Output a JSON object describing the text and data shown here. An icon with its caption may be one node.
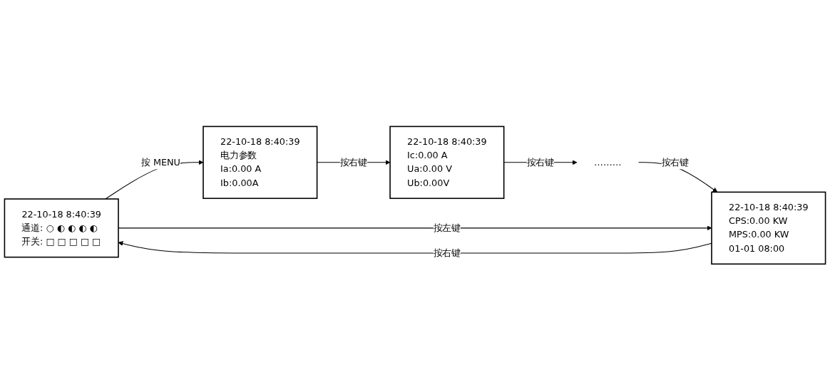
{
  "diagram": {
    "nodes": [
      {
        "text": [
          "22-10-18 8:40:39",
          "通道: ○ ◐ ◐ ◐ ◐",
          "开关: □ □ □ □ □"
        ]
      },
      {
        "text": [
          "22-10-18 8:40:39",
          "电力参数",
          "Ia:0.00 A",
          "Ib:0.00A"
        ]
      },
      {
        "text": [
          "22-10-18 8:40:39",
          "Ic:0.00 A",
          "Ua:0.00 V",
          "Ub:0.00V"
        ]
      },
      {
        "text": [
          "………"
        ]
      },
      {
        "text": [
          "22-10-18 8:40:39",
          "CPS:0.00 KW",
          "MPS:0.00 KW",
          "01-01 08:00"
        ]
      }
    ],
    "edges": [
      {
        "from": 0,
        "to": 1,
        "arrow": "to",
        "label": "按 MENU"
      },
      {
        "from": 1,
        "to": 2,
        "arrow": "to",
        "label": "按右键"
      },
      {
        "from": 2,
        "to": 3,
        "arrow": "to",
        "label": "按右键"
      },
      {
        "from": 3,
        "to": 4,
        "arrow": "to",
        "label": "按右键"
      },
      {
        "from": 0,
        "to": 4,
        "arrow": "to",
        "label": "按左键"
      },
      {
        "from": 4,
        "to": 0,
        "arrow": "to",
        "label": "按右键"
      }
    ]
  }
}
